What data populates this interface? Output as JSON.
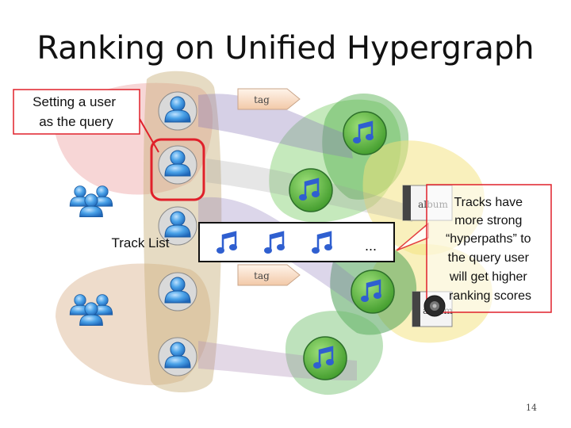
{
  "slide": {
    "title": "Ranking on Unified Hypergraph",
    "page_number": "14"
  },
  "callouts": {
    "query_user": [
      "Setting a user",
      "as the query"
    ],
    "hyperpaths": [
      "Tracks have",
      "more strong",
      "“hyperpaths” to",
      "the query user",
      "will get higher",
      "ranking scores"
    ]
  },
  "diagram": {
    "track_list_label": "Track List",
    "track_list_ellipsis": "...",
    "tag_label": "tag",
    "album_label": "album",
    "icons": [
      "user-icon",
      "user-group-icon",
      "music-note-icon",
      "tag-icon",
      "album-icon",
      "speaker-icon"
    ]
  },
  "colors": {
    "callout_border": "#e0202a",
    "user_blue": "#3a8fd8",
    "note_blue": "#2f5fd0"
  }
}
